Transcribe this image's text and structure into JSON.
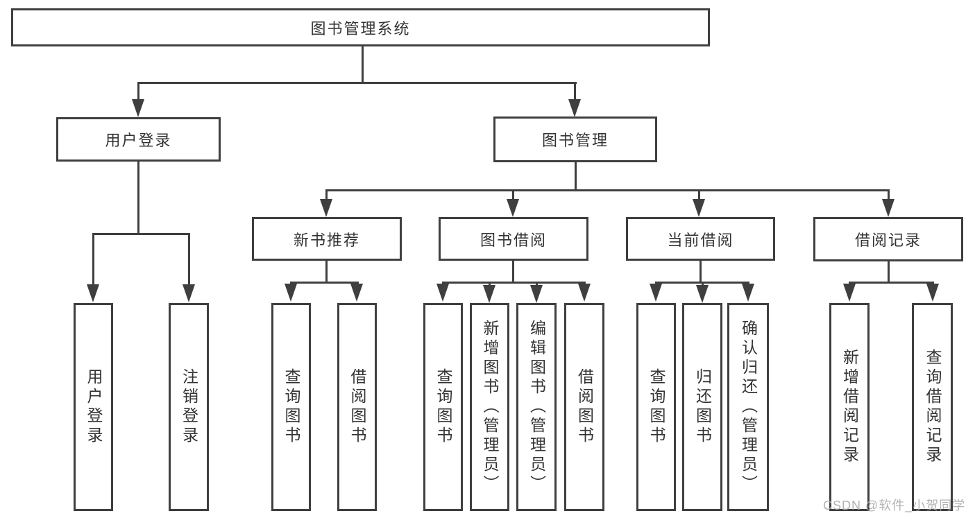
{
  "tree": {
    "root": "图书管理系统",
    "user_login": {
      "label": "用户登录",
      "children": [
        "用户登录",
        "注销登录"
      ]
    },
    "book_mgmt": {
      "label": "图书管理",
      "sections": [
        {
          "label": "新书推荐",
          "children": [
            "查询图书",
            "借阅图书"
          ]
        },
        {
          "label": "图书借阅",
          "children": [
            "查询图书",
            "新增图书（管理员）",
            "编辑图书（管理员）",
            "借阅图书"
          ]
        },
        {
          "label": "当前借阅",
          "children": [
            "查询图书",
            "归还图书",
            "确认归还（管理员）"
          ]
        },
        {
          "label": "借阅记录",
          "children": [
            "新增借阅记录",
            "查询借阅记录"
          ]
        }
      ]
    }
  },
  "watermark": "CSDN @软件_小贺同学",
  "colors": {
    "line": "#3f3f3f",
    "text": "#333333",
    "watermark": "#ababab",
    "background": "#ffffff"
  }
}
